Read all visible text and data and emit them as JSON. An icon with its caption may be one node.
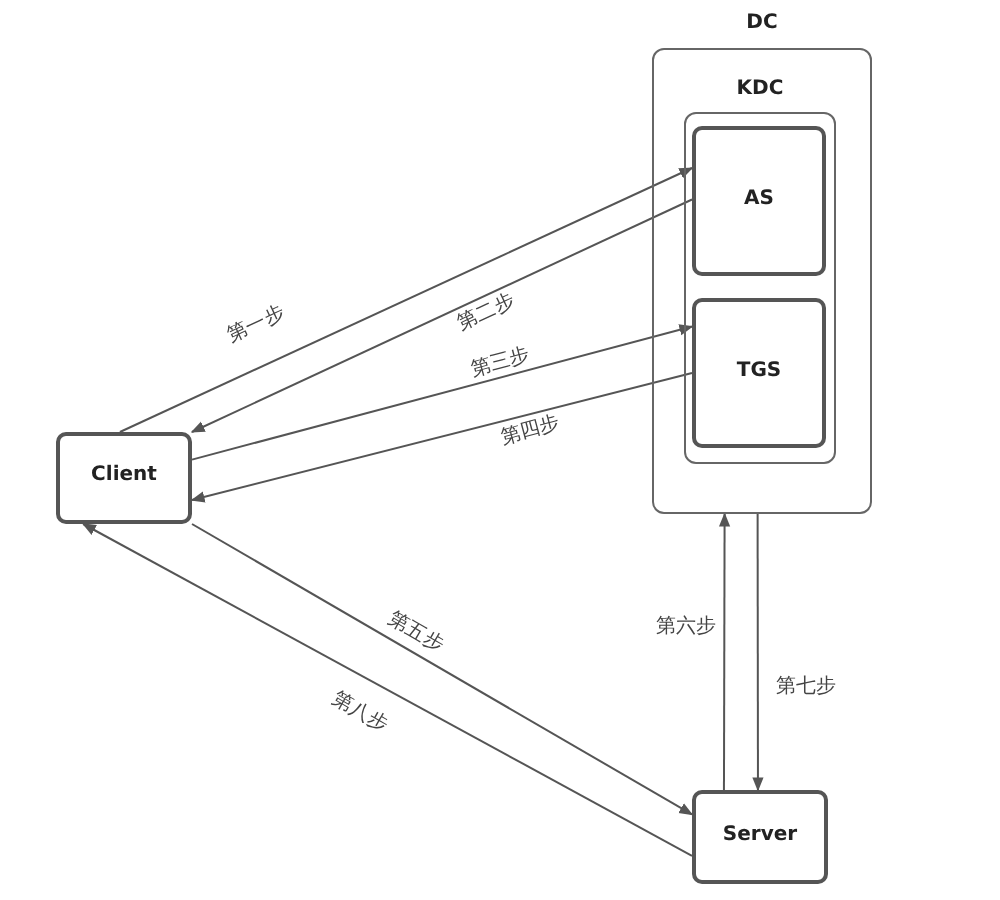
{
  "diagram": {
    "nodes": [
      {
        "text": [
          "DC"
        ]
      },
      {
        "text": [
          "KDC"
        ],
        "in": 0
      },
      {
        "text": [
          "AS"
        ],
        "in": 1
      },
      {
        "text": [
          "TGS"
        ],
        "in": 1
      },
      {
        "text": [
          "Client"
        ]
      },
      {
        "text": [
          "Server"
        ]
      }
    ],
    "edges": [
      {
        "from": 4,
        "to": 2,
        "arrow": "to",
        "label": "第一步"
      },
      {
        "from": 2,
        "to": 4,
        "arrow": "to",
        "label": "第二步"
      },
      {
        "from": 4,
        "to": 3,
        "arrow": "to",
        "label": "第三步"
      },
      {
        "from": 3,
        "to": 4,
        "arrow": "to",
        "label": "第四步"
      },
      {
        "from": 4,
        "to": 5,
        "arrow": "to",
        "label": "第五步"
      },
      {
        "from": 5,
        "to": 0,
        "arrow": "to",
        "label": "第六步"
      },
      {
        "from": 0,
        "to": 5,
        "arrow": "to",
        "label": "第七步"
      },
      {
        "from": 5,
        "to": 4,
        "arrow": "to",
        "label": "第八步"
      }
    ]
  }
}
